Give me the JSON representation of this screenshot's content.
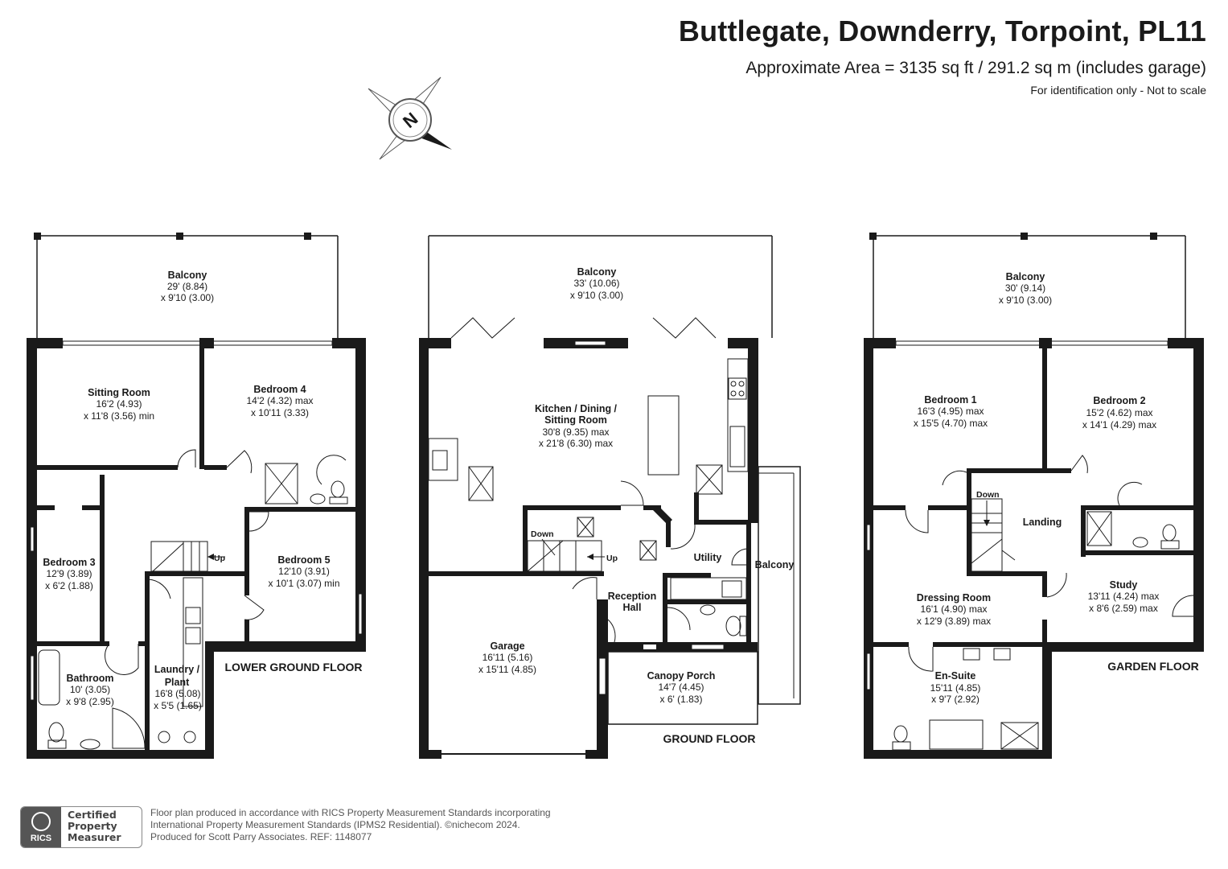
{
  "header": {
    "title": "Buttlegate, Downderry, Torpoint, PL11",
    "area": "Approximate Area = 3135 sq ft / 291.2 sq m (includes garage)",
    "note": "For identification only - Not to scale"
  },
  "compass": {
    "label": "N"
  },
  "floors": {
    "lower": {
      "label": "LOWER GROUND FLOOR",
      "rooms": {
        "balcony": {
          "name": "Balcony",
          "d1": "29' (8.84)",
          "d2": "x 9'10 (3.00)"
        },
        "sitting": {
          "name": "Sitting Room",
          "d1": "16'2 (4.93)",
          "d2": "x 11'8 (3.56) min"
        },
        "bed4": {
          "name": "Bedroom 4",
          "d1": "14'2 (4.32) max",
          "d2": "x 10'11 (3.33)"
        },
        "bed3": {
          "name": "Bedroom 3",
          "d1": "12'9 (3.89)",
          "d2": "x 6'2 (1.88)"
        },
        "bed5": {
          "name": "Bedroom 5",
          "d1": "12'10 (3.91)",
          "d2": "x 10'1 (3.07) min"
        },
        "bath": {
          "name": "Bathroom",
          "d1": "10' (3.05)",
          "d2": "x 9'8 (2.95)"
        },
        "laundry": {
          "name1": "Laundry /",
          "name2": "Plant",
          "d1": "16'8 (5.08)",
          "d2": "x 5'5 (1.65)"
        }
      },
      "stairs": "Up"
    },
    "ground": {
      "label": "GROUND FLOOR",
      "rooms": {
        "balcony": {
          "name": "Balcony",
          "d1": "33' (10.06)",
          "d2": "x 9'10 (3.00)"
        },
        "kitchen": {
          "name1": "Kitchen / Dining /",
          "name2": "Sitting Room",
          "d1": "30'8 (9.35) max",
          "d2": "x 21'8 (6.30) max"
        },
        "utility": {
          "name": "Utility"
        },
        "side_balcony": {
          "name": "Balcony"
        },
        "reception": {
          "name1": "Reception",
          "name2": "Hall"
        },
        "garage": {
          "name": "Garage",
          "d1": "16'11 (5.16)",
          "d2": "x 15'11 (4.85)"
        },
        "porch": {
          "name": "Canopy Porch",
          "d1": "14'7 (4.45)",
          "d2": "x 6' (1.83)"
        }
      },
      "stairs_down": "Down",
      "stairs_up": "Up"
    },
    "garden": {
      "label": "GARDEN FLOOR",
      "rooms": {
        "balcony": {
          "name": "Balcony",
          "d1": "30' (9.14)",
          "d2": "x 9'10 (3.00)"
        },
        "bed1": {
          "name": "Bedroom 1",
          "d1": "16'3 (4.95) max",
          "d2": "x 15'5 (4.70) max"
        },
        "bed2": {
          "name": "Bedroom 2",
          "d1": "15'2 (4.62) max",
          "d2": "x 14'1 (4.29) max"
        },
        "landing": {
          "name": "Landing"
        },
        "dressing": {
          "name": "Dressing Room",
          "d1": "16'1 (4.90) max",
          "d2": "x 12'9 (3.89) max"
        },
        "study": {
          "name": "Study",
          "d1": "13'11 (4.24) max",
          "d2": "x 8'6 (2.59) max"
        },
        "ensuite": {
          "name": "En-Suite",
          "d1": "15'11 (4.85)",
          "d2": "x 9'7 (2.92)"
        }
      },
      "stairs": "Down"
    }
  },
  "footer": {
    "badge_org": "RICS",
    "badge_text": [
      "Certified",
      "Property",
      "Measurer"
    ],
    "lines": [
      "Floor plan produced in accordance with RICS Property Measurement Standards incorporating",
      "International Property Measurement Standards (IPMS2 Residential).  ©nichecom 2024.",
      "Produced for Scott Parry Associates.   REF: 1148077"
    ]
  },
  "colors": {
    "wall": "#1a1a1a",
    "text": "#1a1a1a",
    "background": "#ffffff"
  }
}
